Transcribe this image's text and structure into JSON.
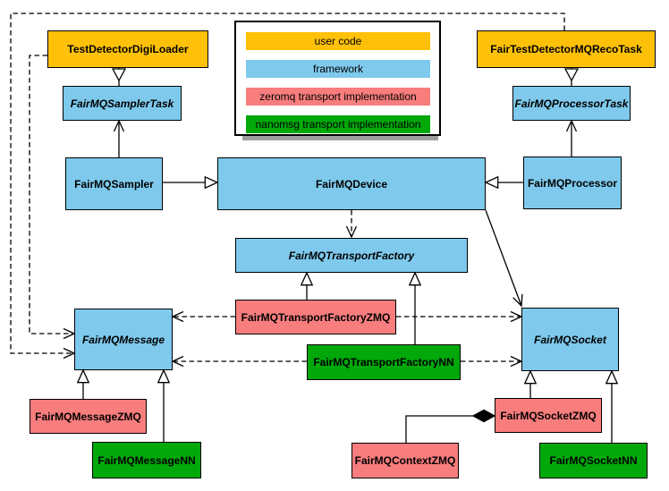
{
  "diagram": {
    "kind": "uml-class-diagram",
    "background": "#ffffff",
    "line_color": "#000000"
  },
  "legend": {
    "items": [
      {
        "label": "user code",
        "color": "#FFC107",
        "key": "user-code"
      },
      {
        "label": "framework",
        "color": "#7EC9EC",
        "key": "framework"
      },
      {
        "label": "zeromq transport implementation",
        "color": "#F87D7D",
        "key": "zeromq"
      },
      {
        "label": "nanomsg transport implementation",
        "color": "#00A80A",
        "key": "nanomsg"
      }
    ]
  },
  "nodes": {
    "digiLoader": {
      "label": "TestDetectorDigiLoader",
      "category": "user code",
      "abstract": false
    },
    "recoTask": {
      "label": "FairTestDetectorMQRecoTask",
      "category": "user code",
      "abstract": false
    },
    "samplerTask": {
      "label": "FairMQSamplerTask",
      "category": "framework",
      "abstract": true
    },
    "processorTask": {
      "label": "FairMQProcessorTask",
      "category": "framework",
      "abstract": true
    },
    "sampler": {
      "label": "FairMQSampler",
      "category": "framework",
      "abstract": false
    },
    "device": {
      "label": "FairMQDevice",
      "category": "framework",
      "abstract": false
    },
    "processor": {
      "label": "FairMQProcessor",
      "category": "framework",
      "abstract": false
    },
    "transportFactory": {
      "label": "FairMQTransportFactory",
      "category": "framework",
      "abstract": true
    },
    "message": {
      "label": "FairMQMessage",
      "category": "framework",
      "abstract": true
    },
    "socket": {
      "label": "FairMQSocket",
      "category": "framework",
      "abstract": true
    },
    "transportFactoryZMQ": {
      "label": "FairMQTransportFactoryZMQ",
      "category": "zeromq",
      "abstract": false
    },
    "transportFactoryNN": {
      "label": "FairMQTransportFactoryNN",
      "category": "nanomsg",
      "abstract": false
    },
    "messageZMQ": {
      "label": "FairMQMessageZMQ",
      "category": "zeromq",
      "abstract": false
    },
    "messageNN": {
      "label": "FairMQMessageNN",
      "category": "nanomsg",
      "abstract": false
    },
    "contextZMQ": {
      "label": "FairMQContextZMQ",
      "category": "zeromq",
      "abstract": false
    },
    "socketZMQ": {
      "label": "FairMQSocketZMQ",
      "category": "zeromq",
      "abstract": false
    },
    "socketNN": {
      "label": "FairMQSocketNN",
      "category": "nanomsg",
      "abstract": false
    }
  },
  "edges": [
    {
      "from": "TestDetectorDigiLoader",
      "to": "FairMQSamplerTask",
      "type": "inheritance"
    },
    {
      "from": "FairTestDetectorMQRecoTask",
      "to": "FairMQProcessorTask",
      "type": "inheritance"
    },
    {
      "from": "FairMQSampler",
      "to": "FairMQSamplerTask",
      "type": "association"
    },
    {
      "from": "FairMQProcessor",
      "to": "FairMQProcessorTask",
      "type": "association"
    },
    {
      "from": "FairMQSampler",
      "to": "FairMQDevice",
      "type": "inheritance"
    },
    {
      "from": "FairMQProcessor",
      "to": "FairMQDevice",
      "type": "inheritance"
    },
    {
      "from": "FairMQDevice",
      "to": "FairMQTransportFactory",
      "type": "dependency"
    },
    {
      "from": "FairMQDevice",
      "to": "FairMQSocket",
      "type": "association"
    },
    {
      "from": "TestDetectorDigiLoader",
      "to": "FairMQMessage",
      "type": "dependency"
    },
    {
      "from": "FairTestDetectorMQRecoTask",
      "to": "FairMQMessage",
      "type": "dependency"
    },
    {
      "from": "FairMQTransportFactoryZMQ",
      "to": "FairMQTransportFactory",
      "type": "inheritance"
    },
    {
      "from": "FairMQTransportFactoryNN",
      "to": "FairMQTransportFactory",
      "type": "inheritance"
    },
    {
      "from": "FairMQTransportFactoryZMQ",
      "to": "FairMQMessage",
      "type": "dependency"
    },
    {
      "from": "FairMQTransportFactoryZMQ",
      "to": "FairMQSocket",
      "type": "dependency"
    },
    {
      "from": "FairMQTransportFactoryNN",
      "to": "FairMQMessage",
      "type": "dependency"
    },
    {
      "from": "FairMQTransportFactoryNN",
      "to": "FairMQSocket",
      "type": "dependency"
    },
    {
      "from": "FairMQMessageZMQ",
      "to": "FairMQMessage",
      "type": "inheritance"
    },
    {
      "from": "FairMQMessageNN",
      "to": "FairMQMessage",
      "type": "inheritance"
    },
    {
      "from": "FairMQSocketZMQ",
      "to": "FairMQSocket",
      "type": "inheritance"
    },
    {
      "from": "FairMQSocketNN",
      "to": "FairMQSocket",
      "type": "inheritance"
    },
    {
      "from": "FairMQSocketZMQ",
      "to": "FairMQContextZMQ",
      "type": "composition"
    }
  ]
}
